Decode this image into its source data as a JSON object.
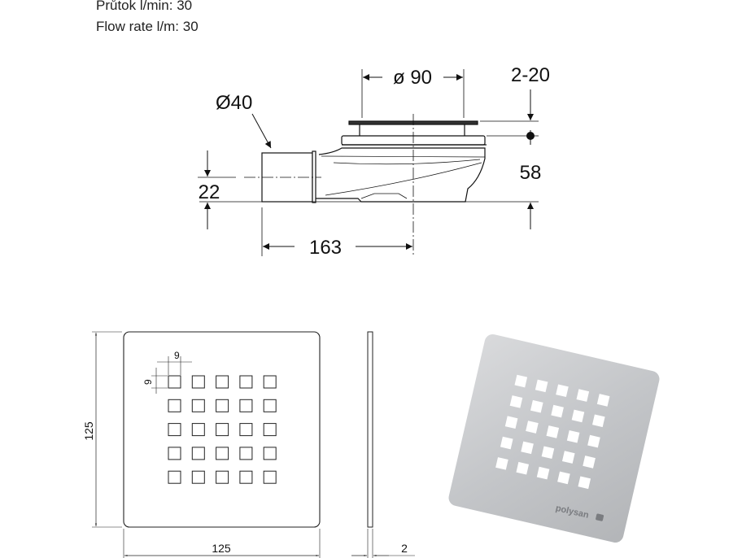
{
  "specs": {
    "flow_cz": "Průtok l/min: 30",
    "flow_en": "Flow rate l/m: 30"
  },
  "siphon": {
    "dim_outlet_diameter": "Ø40",
    "dim_flange_diameter": "ø 90",
    "dim_adjustment": "2-20",
    "dim_height": "58",
    "dim_outlet_height": "22",
    "dim_length": "163"
  },
  "grate": {
    "dim_width": "125",
    "dim_height": "125",
    "dim_hole_w": "9",
    "dim_hole_h": "9",
    "dim_thickness": "2",
    "holes_rows": 5,
    "holes_cols": 5,
    "brand": "polysan"
  }
}
